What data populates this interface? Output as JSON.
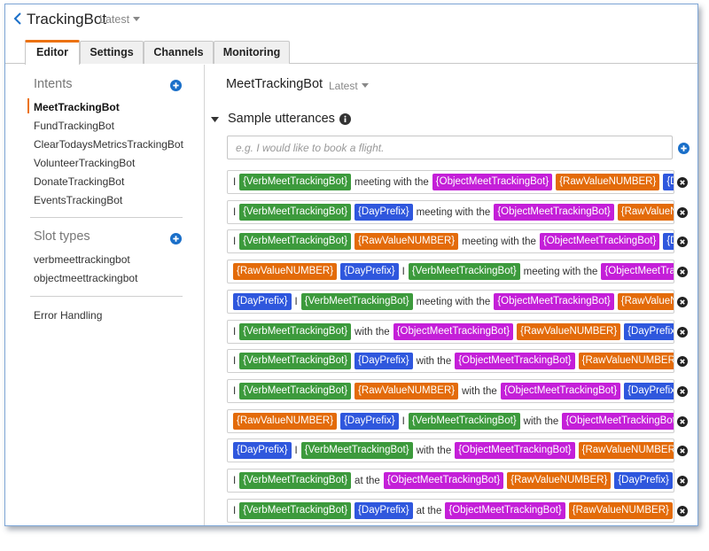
{
  "header": {
    "title": "TrackingBot",
    "version": "Latest"
  },
  "tabs": [
    {
      "label": "Editor",
      "active": true
    },
    {
      "label": "Settings",
      "active": false
    },
    {
      "label": "Channels",
      "active": false
    },
    {
      "label": "Monitoring",
      "active": false
    }
  ],
  "sidebar": {
    "intents_heading": "Intents",
    "intents": [
      {
        "label": "MeetTrackingBot",
        "active": true
      },
      {
        "label": "FundTrackingBot",
        "active": false
      },
      {
        "label": "ClearTodaysMetricsTrackingBot",
        "active": false
      },
      {
        "label": "VolunteerTrackingBot",
        "active": false
      },
      {
        "label": "DonateTrackingBot",
        "active": false
      },
      {
        "label": "EventsTrackingBot",
        "active": false
      }
    ],
    "slot_types_heading": "Slot types",
    "slot_types": [
      "verbmeettrackingbot",
      "objectmeettrackingbot"
    ],
    "error_handling": "Error Handling"
  },
  "main": {
    "intent_name": "MeetTrackingBot",
    "intent_version": "Latest",
    "section_title": "Sample utterances",
    "input_placeholder": "e.g. I would like to book a flight."
  },
  "colors": {
    "accent": "#ec7211",
    "add_icon": "#1a6fc9",
    "VerbMeetTrackingBot": "#3c9a3c",
    "ObjectMeetTrackingBot": "#c41fd8",
    "RawValueNUMBER": "#e36b0a",
    "DayPrefix": "#2f57dd"
  },
  "utterances": [
    [
      {
        "t": "text",
        "v": "I"
      },
      {
        "t": "slot",
        "v": "{VerbMeetTrackingBot}",
        "s": "VerbMeetTrackingBot"
      },
      {
        "t": "text",
        "v": "meeting with the"
      },
      {
        "t": "slot",
        "v": "{ObjectMeetTrackingBot}",
        "s": "ObjectMeetTrackingBot"
      },
      {
        "t": "slot",
        "v": "{RawValueNUMBER}",
        "s": "RawValueNUMBER"
      },
      {
        "t": "slot",
        "v": "{DayPrefix}",
        "s": "DayPrefix"
      }
    ],
    [
      {
        "t": "text",
        "v": "I"
      },
      {
        "t": "slot",
        "v": "{VerbMeetTrackingBot}",
        "s": "VerbMeetTrackingBot"
      },
      {
        "t": "slot",
        "v": "{DayPrefix}",
        "s": "DayPrefix"
      },
      {
        "t": "text",
        "v": "meeting with the"
      },
      {
        "t": "slot",
        "v": "{ObjectMeetTrackingBot}",
        "s": "ObjectMeetTrackingBot"
      },
      {
        "t": "slot",
        "v": "{RawValueNUMBER}",
        "s": "RawValueNUMBER"
      }
    ],
    [
      {
        "t": "text",
        "v": "I"
      },
      {
        "t": "slot",
        "v": "{VerbMeetTrackingBot}",
        "s": "VerbMeetTrackingBot"
      },
      {
        "t": "slot",
        "v": "{RawValueNUMBER}",
        "s": "RawValueNUMBER"
      },
      {
        "t": "text",
        "v": "meeting with the"
      },
      {
        "t": "slot",
        "v": "{ObjectMeetTrackingBot}",
        "s": "ObjectMeetTrackingBot"
      },
      {
        "t": "slot",
        "v": "{DayPrefix}",
        "s": "DayPrefix"
      }
    ],
    [
      {
        "t": "slot",
        "v": "{RawValueNUMBER}",
        "s": "RawValueNUMBER"
      },
      {
        "t": "slot",
        "v": "{DayPrefix}",
        "s": "DayPrefix"
      },
      {
        "t": "text",
        "v": "I"
      },
      {
        "t": "slot",
        "v": "{VerbMeetTrackingBot}",
        "s": "VerbMeetTrackingBot"
      },
      {
        "t": "text",
        "v": "meeting with the"
      },
      {
        "t": "slot",
        "v": "{ObjectMeetTrackingBot}",
        "s": "ObjectMeetTrackingBot"
      }
    ],
    [
      {
        "t": "slot",
        "v": "{DayPrefix}",
        "s": "DayPrefix"
      },
      {
        "t": "text",
        "v": "I"
      },
      {
        "t": "slot",
        "v": "{VerbMeetTrackingBot}",
        "s": "VerbMeetTrackingBot"
      },
      {
        "t": "text",
        "v": "meeting with the"
      },
      {
        "t": "slot",
        "v": "{ObjectMeetTrackingBot}",
        "s": "ObjectMeetTrackingBot"
      },
      {
        "t": "slot",
        "v": "{RawValueNUMBER}",
        "s": "RawValueNUMBER"
      }
    ],
    [
      {
        "t": "text",
        "v": "I"
      },
      {
        "t": "slot",
        "v": "{VerbMeetTrackingBot}",
        "s": "VerbMeetTrackingBot"
      },
      {
        "t": "text",
        "v": "with the"
      },
      {
        "t": "slot",
        "v": "{ObjectMeetTrackingBot}",
        "s": "ObjectMeetTrackingBot"
      },
      {
        "t": "slot",
        "v": "{RawValueNUMBER}",
        "s": "RawValueNUMBER"
      },
      {
        "t": "slot",
        "v": "{DayPrefix}",
        "s": "DayPrefix"
      }
    ],
    [
      {
        "t": "text",
        "v": "I"
      },
      {
        "t": "slot",
        "v": "{VerbMeetTrackingBot}",
        "s": "VerbMeetTrackingBot"
      },
      {
        "t": "slot",
        "v": "{DayPrefix}",
        "s": "DayPrefix"
      },
      {
        "t": "text",
        "v": "with the"
      },
      {
        "t": "slot",
        "v": "{ObjectMeetTrackingBot}",
        "s": "ObjectMeetTrackingBot"
      },
      {
        "t": "slot",
        "v": "{RawValueNUMBER}",
        "s": "RawValueNUMBER"
      }
    ],
    [
      {
        "t": "text",
        "v": "I"
      },
      {
        "t": "slot",
        "v": "{VerbMeetTrackingBot}",
        "s": "VerbMeetTrackingBot"
      },
      {
        "t": "slot",
        "v": "{RawValueNUMBER}",
        "s": "RawValueNUMBER"
      },
      {
        "t": "text",
        "v": "with the"
      },
      {
        "t": "slot",
        "v": "{ObjectMeetTrackingBot}",
        "s": "ObjectMeetTrackingBot"
      },
      {
        "t": "slot",
        "v": "{DayPrefix}",
        "s": "DayPrefix"
      }
    ],
    [
      {
        "t": "slot",
        "v": "{RawValueNUMBER}",
        "s": "RawValueNUMBER"
      },
      {
        "t": "slot",
        "v": "{DayPrefix}",
        "s": "DayPrefix"
      },
      {
        "t": "text",
        "v": "I"
      },
      {
        "t": "slot",
        "v": "{VerbMeetTrackingBot}",
        "s": "VerbMeetTrackingBot"
      },
      {
        "t": "text",
        "v": "with the"
      },
      {
        "t": "slot",
        "v": "{ObjectMeetTrackingBot}",
        "s": "ObjectMeetTrackingBot"
      }
    ],
    [
      {
        "t": "slot",
        "v": "{DayPrefix}",
        "s": "DayPrefix"
      },
      {
        "t": "text",
        "v": "I"
      },
      {
        "t": "slot",
        "v": "{VerbMeetTrackingBot}",
        "s": "VerbMeetTrackingBot"
      },
      {
        "t": "text",
        "v": "with the"
      },
      {
        "t": "slot",
        "v": "{ObjectMeetTrackingBot}",
        "s": "ObjectMeetTrackingBot"
      },
      {
        "t": "slot",
        "v": "{RawValueNUMBER}",
        "s": "RawValueNUMBER"
      }
    ],
    [
      {
        "t": "text",
        "v": "I"
      },
      {
        "t": "slot",
        "v": "{VerbMeetTrackingBot}",
        "s": "VerbMeetTrackingBot"
      },
      {
        "t": "text",
        "v": "at the"
      },
      {
        "t": "slot",
        "v": "{ObjectMeetTrackingBot}",
        "s": "ObjectMeetTrackingBot"
      },
      {
        "t": "slot",
        "v": "{RawValueNUMBER}",
        "s": "RawValueNUMBER"
      },
      {
        "t": "slot",
        "v": "{DayPrefix}",
        "s": "DayPrefix"
      }
    ],
    [
      {
        "t": "text",
        "v": "I"
      },
      {
        "t": "slot",
        "v": "{VerbMeetTrackingBot}",
        "s": "VerbMeetTrackingBot"
      },
      {
        "t": "slot",
        "v": "{DayPrefix}",
        "s": "DayPrefix"
      },
      {
        "t": "text",
        "v": "at the"
      },
      {
        "t": "slot",
        "v": "{ObjectMeetTrackingBot}",
        "s": "ObjectMeetTrackingBot"
      },
      {
        "t": "slot",
        "v": "{RawValueNUMBER}",
        "s": "RawValueNUMBER"
      }
    ]
  ]
}
